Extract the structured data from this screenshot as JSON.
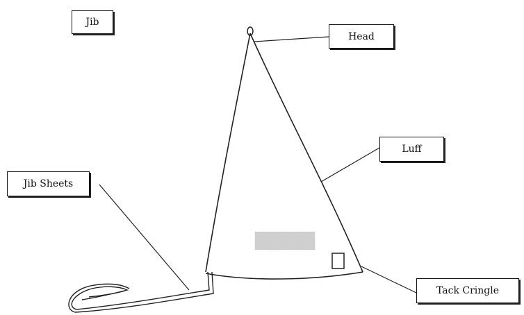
{
  "labels": {
    "title": "Jib",
    "head": "Head",
    "luff": "Luff",
    "jib_sheets": "Jib Sheets",
    "tack_cringle": "Tack Cringle"
  },
  "colors": {
    "line": "#222222",
    "sail_patch": "#c8c8c8",
    "box_border": "#111111"
  }
}
